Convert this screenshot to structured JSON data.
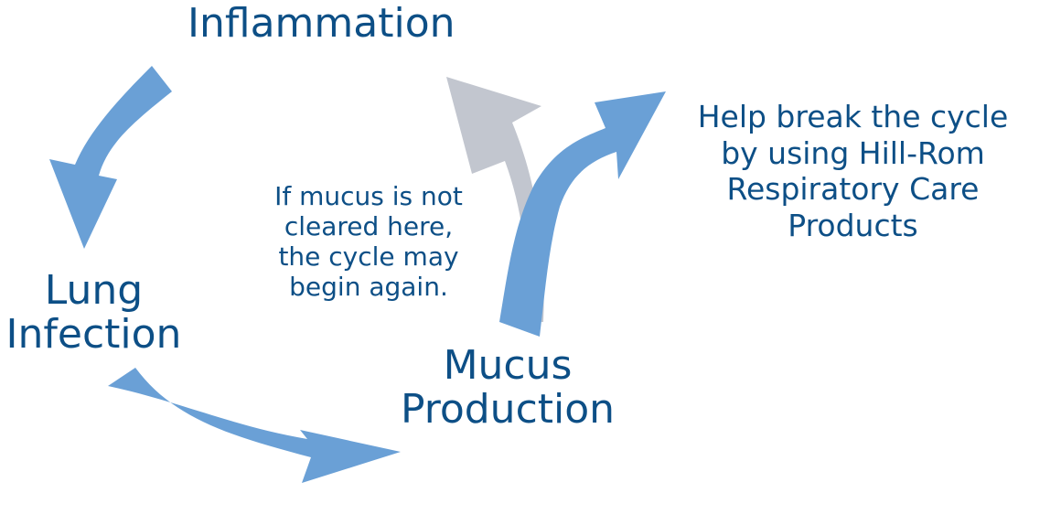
{
  "nodes": {
    "inflammation": [
      "Inflammation"
    ],
    "lung_infection": [
      "Lung",
      "Infection"
    ],
    "mucus_production": [
      "Mucus",
      "Production"
    ]
  },
  "notes": {
    "not_cleared": [
      "If mucus is not",
      "cleared here,",
      "the cycle may",
      "begin again."
    ],
    "break_cycle": [
      "Help break the cycle",
      "by using Hill-Rom",
      "Respiratory Care",
      "Products"
    ]
  },
  "colors": {
    "text": "#0d4f86",
    "arrow_blue": "#6aa0d6",
    "arrow_gray": "#c2c6cf"
  }
}
